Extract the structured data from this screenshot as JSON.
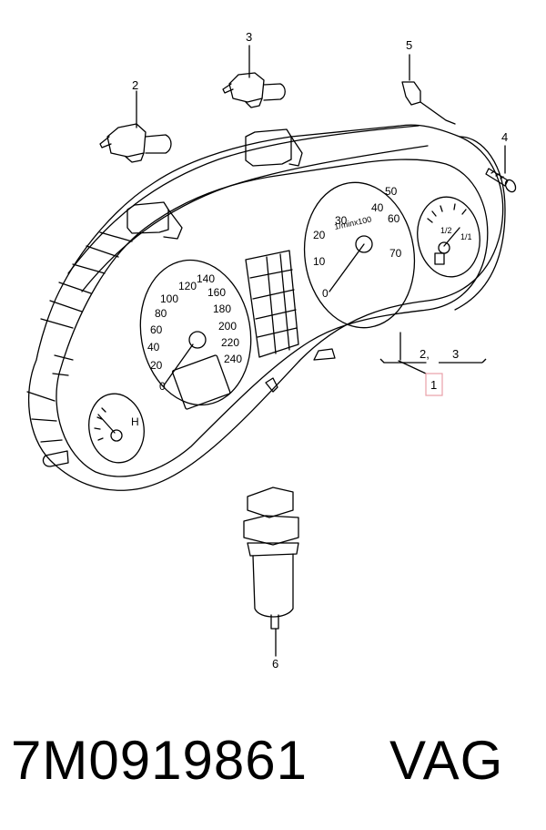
{
  "callouts": {
    "c1": "1",
    "c2": "2",
    "c23": "2,",
    "c23b": "3",
    "c3": "3",
    "c4": "4",
    "c5": "5",
    "c6": "6"
  },
  "speedometer": {
    "ticks": [
      "0",
      "20",
      "40",
      "60",
      "80",
      "100",
      "120",
      "140",
      "160",
      "180",
      "200",
      "220",
      "240"
    ]
  },
  "tachometer": {
    "unit": "1/minx100",
    "ticks": [
      "0",
      "10",
      "20",
      "30",
      "40",
      "50",
      "60",
      "70"
    ]
  },
  "fuel_gauge": {
    "ticks": [
      "1/2",
      "1/1"
    ]
  },
  "temp_gauge": {
    "label": "H"
  },
  "highlight_color": "#e8a0a8",
  "footer": {
    "part_number": "7M0919861",
    "brand": "VAG"
  }
}
